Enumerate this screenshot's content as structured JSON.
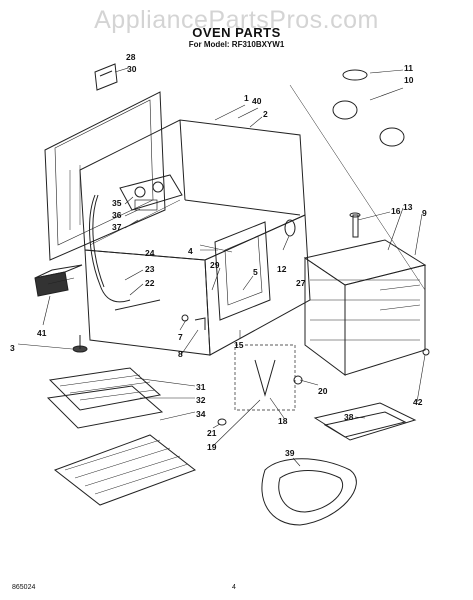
{
  "watermark": "AppliancePartsPros.com",
  "header": {
    "title": "OVEN PARTS",
    "model": "For Model: RF310BXYW1"
  },
  "footer": {
    "doc_number": "865024",
    "page_number": "4"
  },
  "callouts": [
    "28",
    "30",
    "1",
    "40",
    "2",
    "11",
    "10",
    "35",
    "36",
    "37",
    "24",
    "23",
    "22",
    "4",
    "29",
    "5",
    "12",
    "16",
    "13",
    "9",
    "27",
    "41",
    "3",
    "7",
    "8",
    "15",
    "31",
    "32",
    "34",
    "20",
    "18",
    "42",
    "38",
    "21",
    "19",
    "39"
  ]
}
